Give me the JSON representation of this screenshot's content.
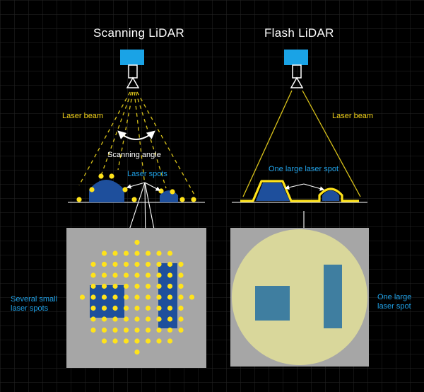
{
  "scanning": {
    "title": "Scanning LiDAR",
    "laser_beam": "Laser beam",
    "scanning_angle": "Scanning angle",
    "laser_spots": "Laser spots",
    "side_label_line1": "Several small",
    "side_label_line2": "laser spots"
  },
  "flash": {
    "title": "Flash LiDAR",
    "laser_beam": "Laser beam",
    "large_spot": "One large laser spot",
    "side_label_line1": "One large",
    "side_label_line2": "laser spot"
  },
  "colors": {
    "background": "#000000",
    "grid": "#262626",
    "sensor": "#1aa3e6",
    "object": "#1e4f9c",
    "spot": "#ffe31a",
    "beam": "#d9c21a",
    "panel": "#a6a6a6",
    "illumination": "#d9d79b"
  }
}
